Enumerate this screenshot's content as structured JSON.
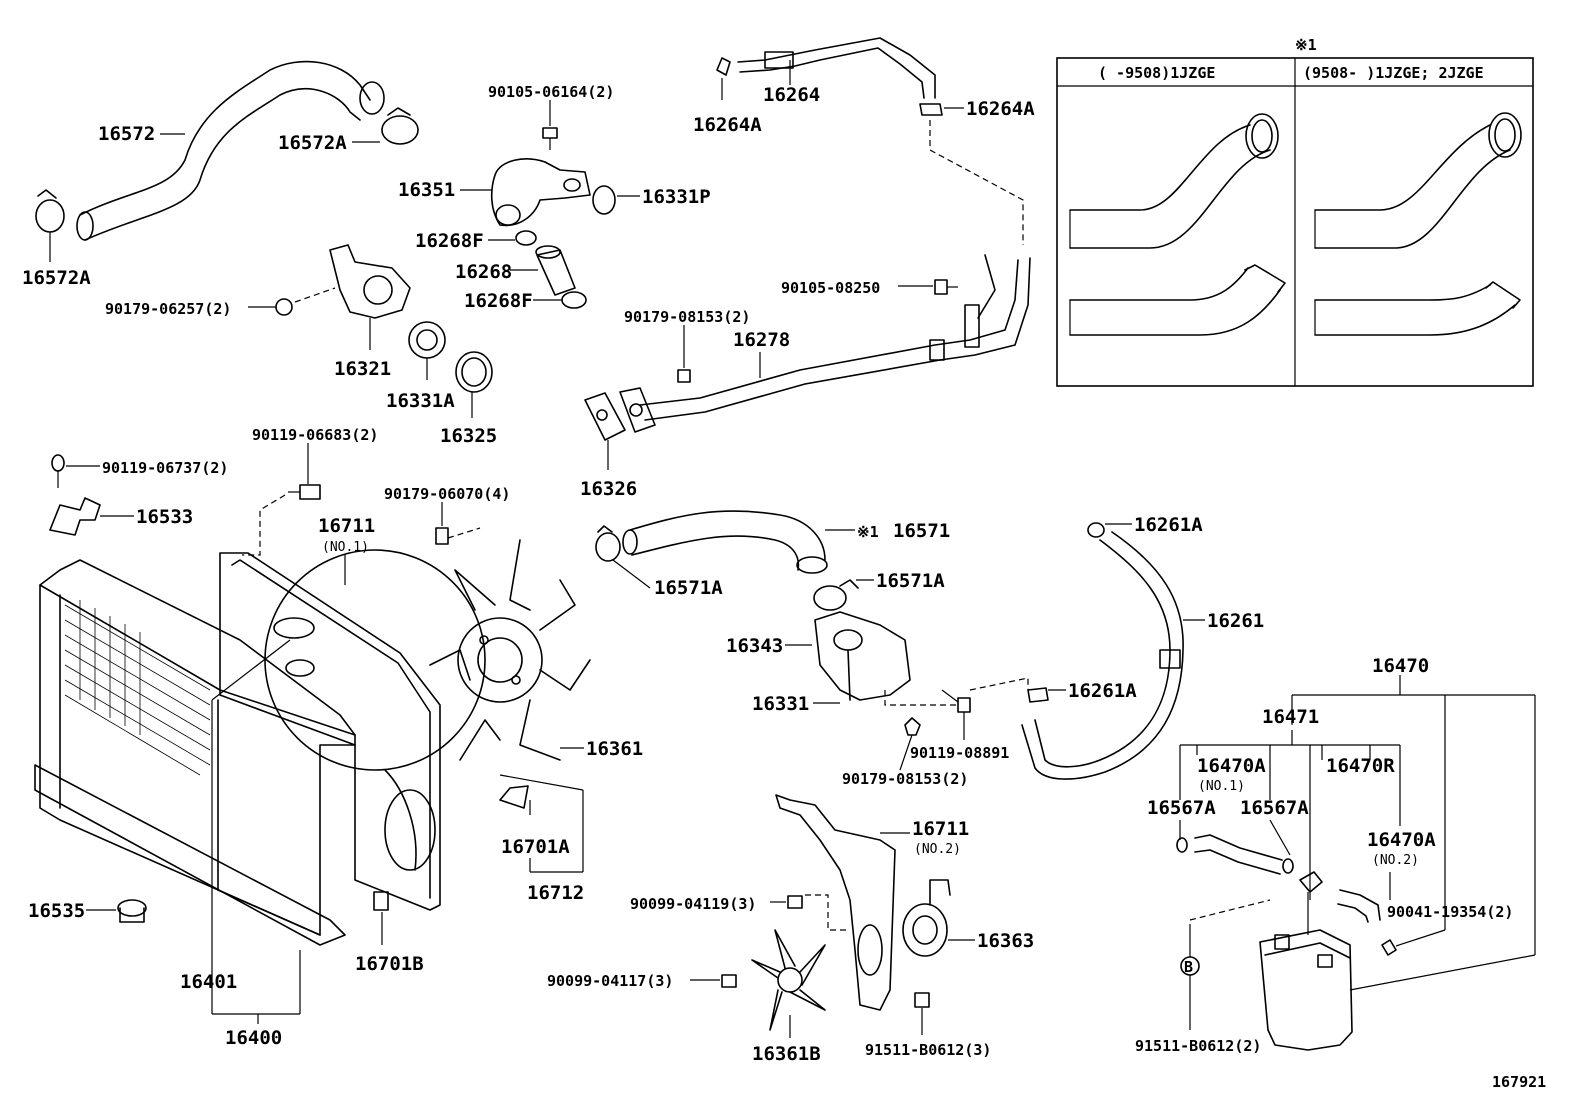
{
  "diagram_id": "167921",
  "inset": {
    "marker": "※1",
    "col1_header": "(      -9508)1JZGE",
    "col2_header": "(9508-      )1JZGE; 2JZGE"
  },
  "labels": {
    "p16572": "16572",
    "p16572A_top": "16572A",
    "p16572A_left": "16572A",
    "p90105_06164": "90105-06164(2)",
    "p16351": "16351",
    "p16331P": "16331P",
    "p16268F_a": "16268F",
    "p16268": "16268",
    "p16268F_b": "16268F",
    "p90179_06257": "90179-06257(2)",
    "p16321": "16321",
    "p16331A": "16331A",
    "p16325": "16325",
    "p16264A_left": "16264A",
    "p16264": "16264",
    "p16264A_right": "16264A",
    "p90105_08250": "90105-08250",
    "p90179_08153_top": "90179-08153(2)",
    "p16278": "16278",
    "p16326": "16326",
    "p90119_06683": "90119-06683(2)",
    "p90119_06737": "90119-06737(2)",
    "p16533": "16533",
    "p90179_06070": "90179-06070(4)",
    "p16711_no1": "16711",
    "p16711_no1_sub": "(NO.1)",
    "p16571": "16571",
    "p16571_mark": "※1",
    "p16571A_left": "16571A",
    "p16571A_right": "16571A",
    "p16261A_top": "16261A",
    "p16261": "16261",
    "p16343": "16343",
    "p16331": "16331",
    "p16261A_mid": "16261A",
    "p90119_08891": "90119-08891",
    "p90179_08153_bot": "90179-08153(2)",
    "p16361": "16361",
    "p16701A": "16701A",
    "p16712": "16712",
    "p16535": "16535",
    "p16401": "16401",
    "p16400": "16400",
    "p16701B": "16701B",
    "p16711_no2": "16711",
    "p16711_no2_sub": "(NO.2)",
    "p90099_04119": "90099-04119(3)",
    "p90099_04117": "90099-04117(3)",
    "p16363": "16363",
    "p16361B": "16361B",
    "p91511_B0612_mid": "91511-B0612(3)",
    "p16470": "16470",
    "p16471": "16471",
    "p16470A_no1": "16470A",
    "p16470A_no1_sub": "(NO.1)",
    "p16470R": "16470R",
    "p16567A_a": "16567A",
    "p16567A_b": "16567A",
    "p16470A_no2": "16470A",
    "p16470A_no2_sub": "(NO.2)",
    "p90041_19354": "90041-19354(2)",
    "pB": "B",
    "p91511_B0612_right": "91511-B0612(2)"
  }
}
